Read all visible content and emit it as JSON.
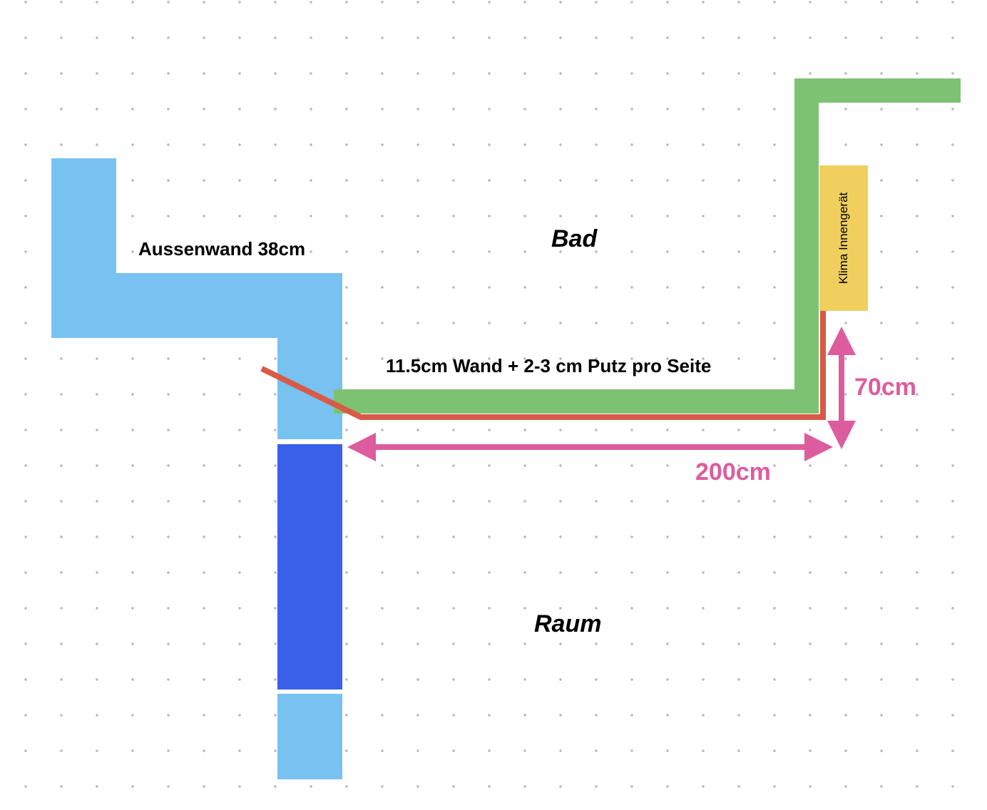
{
  "labels": {
    "outer_wall": "Aussenwand 38cm",
    "room_top": "Bad",
    "room_bottom": "Raum",
    "inner_wall": "11.5cm Wand + 2-3 cm Putz pro Seite",
    "dimension_width": "200cm",
    "dimension_depth": "70cm",
    "ac_unit": "Klima Innengerät"
  },
  "colors": {
    "outer_wall": "#78c2f2",
    "window": "#3a5fe8",
    "inner_wall": "#7dc272",
    "red_line": "#d85a48",
    "dimension": "#dd5c9d",
    "ac_unit": "#f0cf5f"
  },
  "icons": [
    "arrow-double-horizontal-icon",
    "arrow-double-vertical-icon"
  ]
}
